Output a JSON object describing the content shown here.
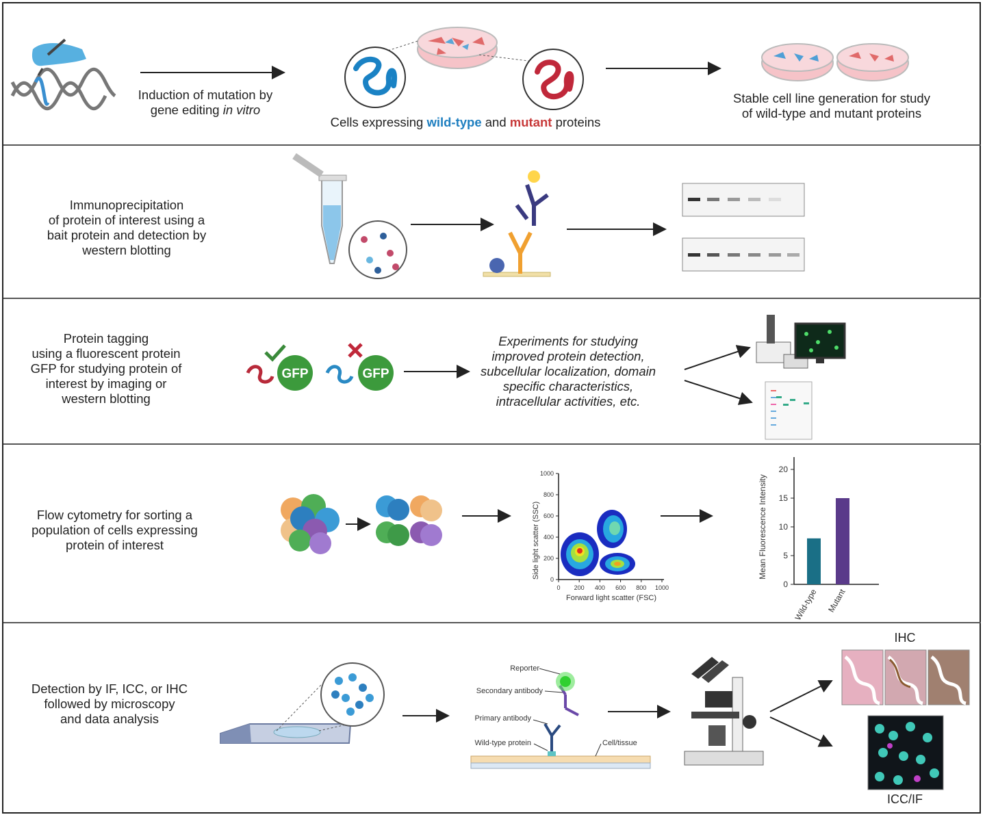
{
  "panel1": {
    "induction_text_1": "Induction of mutation by",
    "induction_text_2a": "gene editing ",
    "induction_text_2b": "in vitro",
    "cells_text_a": "Cells expressing ",
    "cells_text_wt": "wild-type",
    "cells_text_b": " and ",
    "cells_text_mu": "mutant",
    "cells_text_c": " proteins",
    "stable_text_1": "Stable cell line generation for study",
    "stable_text_2": "of wild-type and mutant proteins"
  },
  "panel2": {
    "ip_lines": [
      "Immunoprecipitation",
      "of protein of interest using a",
      "bait protein and detection by",
      "western blotting"
    ]
  },
  "panel3": {
    "tag_lines": [
      "Protein tagging",
      "using a fluorescent protein",
      "GFP for studying protein of",
      "interest by imaging or",
      "western blotting"
    ],
    "gfp_label": "GFP",
    "exp_lines": [
      "Experiments for studying",
      "improved protein detection,",
      "subcellular localization, domain",
      "specific characteristics,",
      "intracellular activities, etc."
    ]
  },
  "panel4": {
    "flow_lines": [
      "Flow cytometry for sorting a",
      "population of cells expressing",
      "protein of interest"
    ],
    "scatter": {
      "xlabel": "Forward light scatter (FSC)",
      "ylabel": "Side light scatter (SSC)",
      "xticks": [
        "0",
        "200",
        "400",
        "600",
        "800",
        "1000"
      ],
      "yticks": [
        "0",
        "200",
        "400",
        "600",
        "800",
        "1000"
      ]
    }
  },
  "panel5": {
    "detect_lines": [
      "Detection by IF, ICC, or IHC",
      "followed by microscopy",
      "and data analysis"
    ],
    "labels": {
      "reporter": "Reporter",
      "secondary": "Secondary antibody",
      "primary": "Primary antibody",
      "wildtype": "Wild-type protein",
      "cell": "Cell/tissue"
    },
    "ihc": "IHC",
    "iccif": "ICC/IF"
  },
  "chart_data": {
    "type": "bar",
    "categories": [
      "Wild-type",
      "Mutant"
    ],
    "values": [
      8,
      15
    ],
    "ylabel": "Mean Fluorescence Intensity",
    "ylim": [
      0,
      20
    ],
    "yticks": [
      0,
      5,
      10,
      15,
      20
    ],
    "colors": [
      "#1a6f86",
      "#5a3a8a"
    ]
  }
}
